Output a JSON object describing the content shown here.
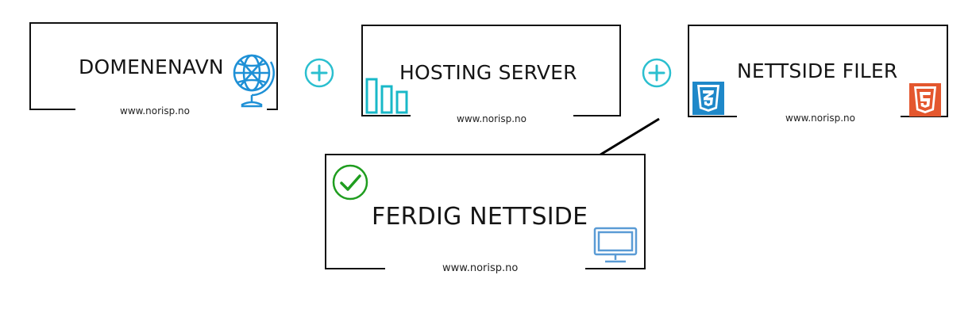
{
  "boxes": [
    {
      "id": "domain",
      "title": "DOMENENAVN",
      "url": "www.norisp.no",
      "icon": "globe-icon"
    },
    {
      "id": "hosting",
      "title": "HOSTING SERVER",
      "url": "www.norisp.no",
      "icon": "bar-chart-icon"
    },
    {
      "id": "files",
      "title": "NETTSIDE FILER",
      "url": "www.norisp.no",
      "icon": "css3-icon"
    },
    {
      "id": "done",
      "title": "FERDIG NETTSIDE",
      "url": "www.norisp.no",
      "icon": "monitor-icon"
    }
  ],
  "connectors": [
    "plus-icon",
    "plus-icon",
    "arrow"
  ],
  "colors": {
    "box_border": "#111111",
    "globe": "#1e90d6",
    "plus": "#2bbfcf",
    "bars": "#19b8c8",
    "css3": "#1e88c9",
    "html5": "#e4572e",
    "check": "#1f9d1f",
    "monitor": "#5a9bd5",
    "arrow": "#000000"
  }
}
